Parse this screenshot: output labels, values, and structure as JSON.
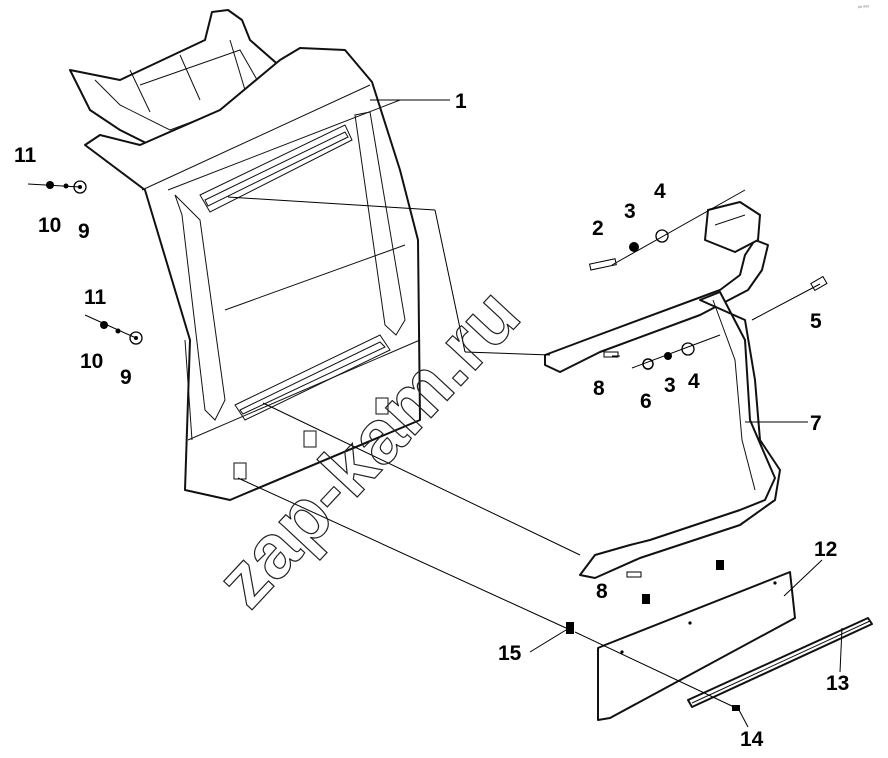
{
  "corner_mark": "ᵖʰ ⁰⁰⁰",
  "watermark": "zap-kam.ru",
  "callouts": [
    "1",
    "2",
    "3",
    "4",
    "5",
    "6",
    "3",
    "4",
    "7",
    "8",
    "8",
    "9",
    "10",
    "11",
    "9",
    "10",
    "11",
    "12",
    "13",
    "14",
    "15"
  ]
}
